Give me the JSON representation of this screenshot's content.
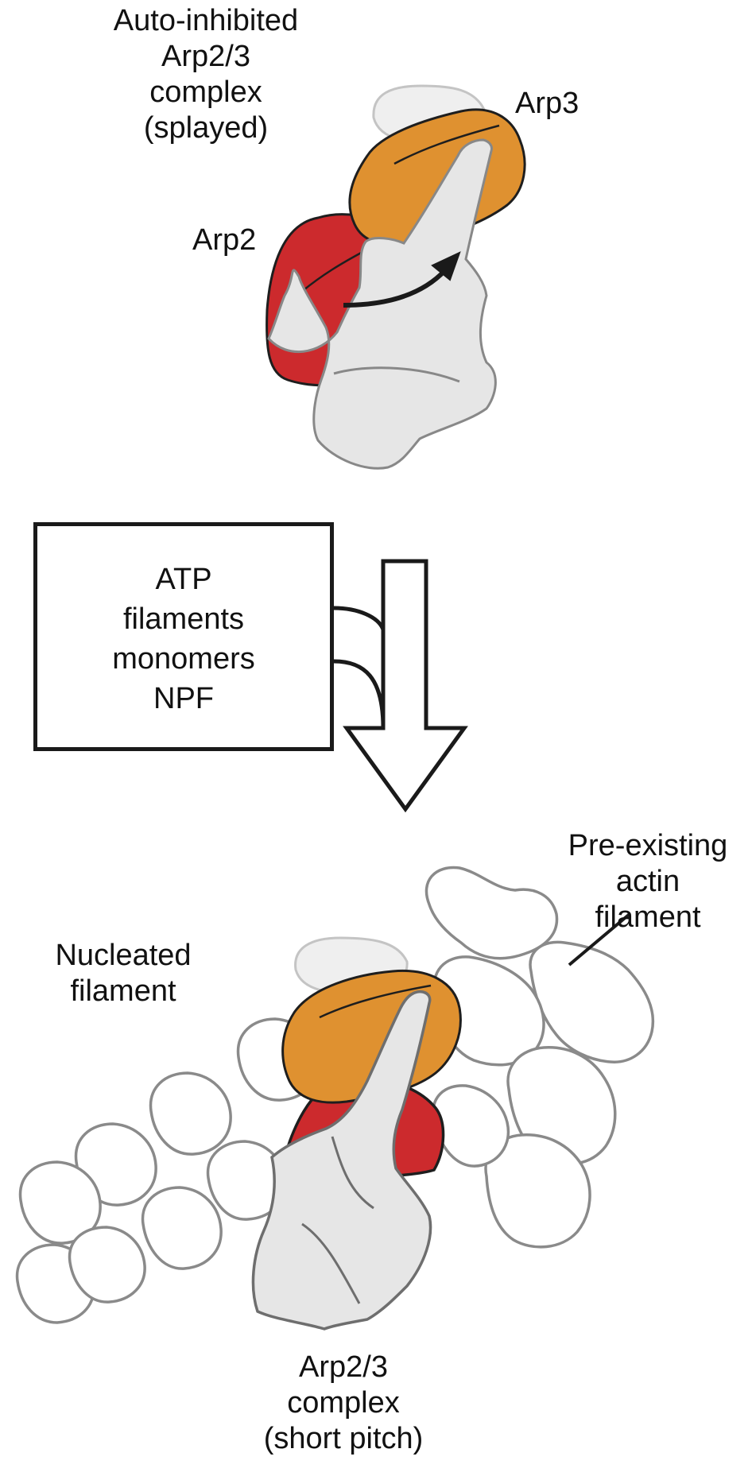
{
  "top_complex": {
    "title_lines": [
      "Auto-inhibited",
      "Arp2/3",
      "complex",
      "(splayed)"
    ],
    "arp3_label": "Arp3",
    "arp2_label": "Arp2"
  },
  "conditions_box": {
    "lines": [
      "ATP",
      "filaments",
      "monomers",
      "NPF"
    ]
  },
  "bottom_complex": {
    "nucleated_lines": [
      "Nucleated",
      "filament"
    ],
    "preexisting_lines": [
      "Pre-existing",
      "actin",
      "filament"
    ],
    "caption_lines": [
      "Arp2/3",
      "complex",
      "(short pitch)"
    ]
  },
  "colors": {
    "arp3": "#df9130",
    "arp2": "#cc2a2d",
    "subunits": "#e6e6e6",
    "faint_subunit": "#efefef",
    "outline": "#222222",
    "actin_outline": "#8a8a8a"
  }
}
